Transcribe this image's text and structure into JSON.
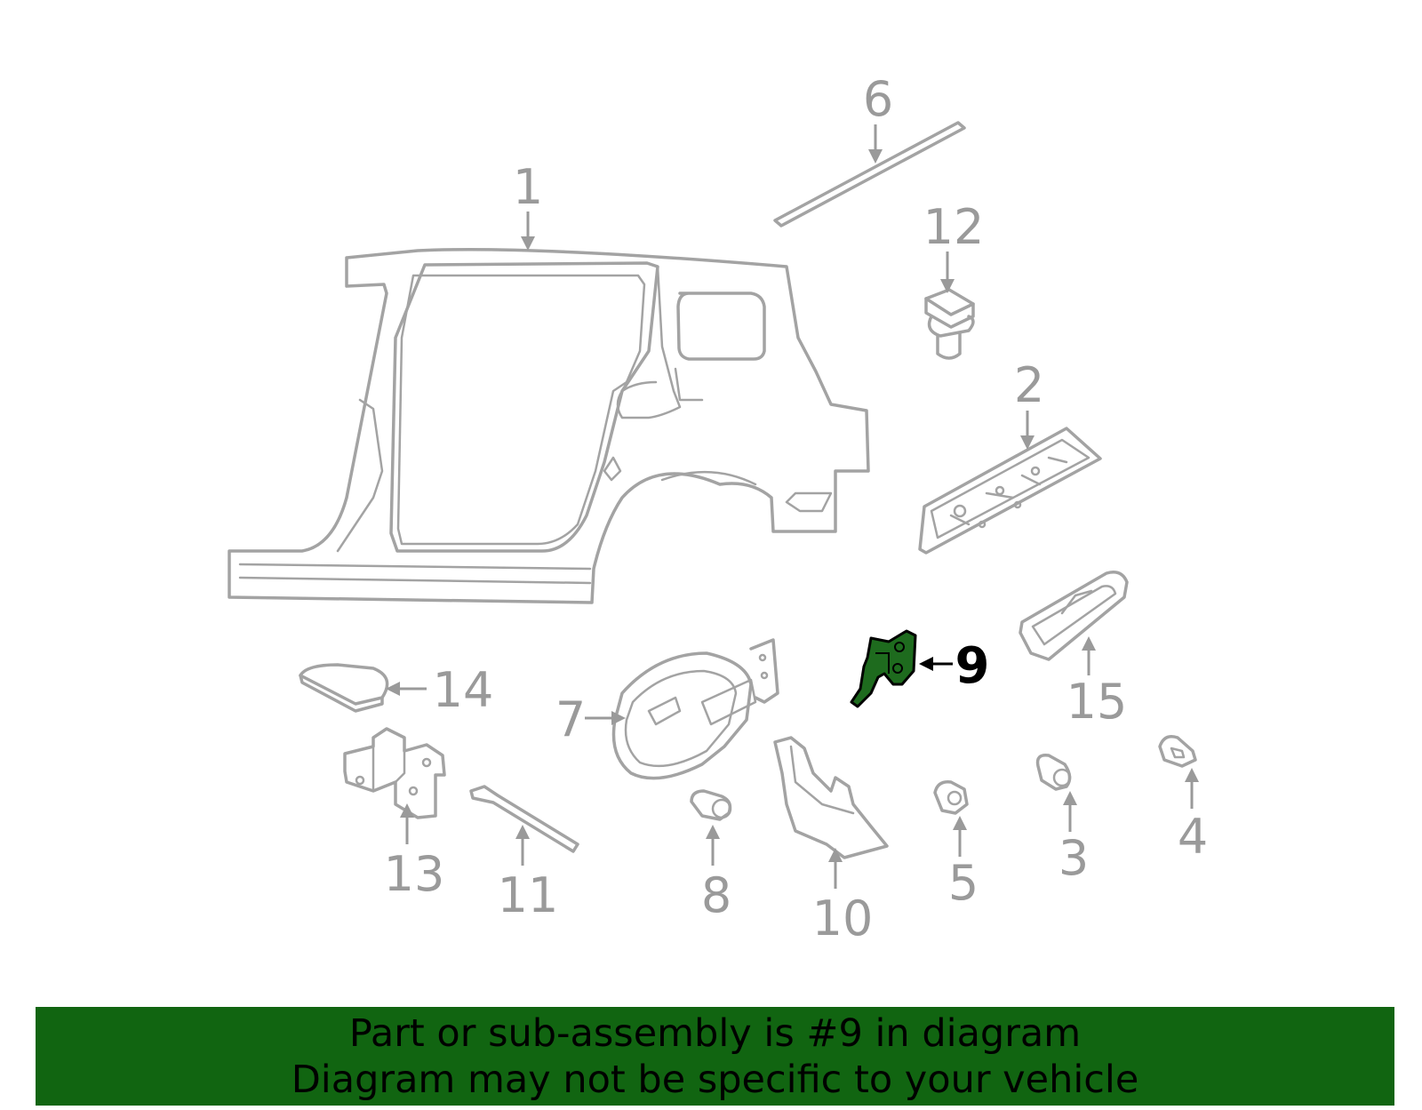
{
  "diagram": {
    "highlighted_part": "9",
    "highlight_color": "#1e6b1e",
    "callouts": [
      {
        "id": "c1",
        "label": "1"
      },
      {
        "id": "c2",
        "label": "2"
      },
      {
        "id": "c3",
        "label": "3"
      },
      {
        "id": "c4",
        "label": "4"
      },
      {
        "id": "c5",
        "label": "5"
      },
      {
        "id": "c6",
        "label": "6"
      },
      {
        "id": "c7",
        "label": "7"
      },
      {
        "id": "c8",
        "label": "8"
      },
      {
        "id": "c9",
        "label": "9"
      },
      {
        "id": "c10",
        "label": "10"
      },
      {
        "id": "c11",
        "label": "11"
      },
      {
        "id": "c12",
        "label": "12"
      },
      {
        "id": "c13",
        "label": "13"
      },
      {
        "id": "c14",
        "label": "14"
      },
      {
        "id": "c15",
        "label": "15"
      }
    ]
  },
  "banner": {
    "line1": "Part or sub-assembly is #9 in diagram",
    "line2": "Diagram may not be specific to your vehicle",
    "background_color": "#116511"
  }
}
